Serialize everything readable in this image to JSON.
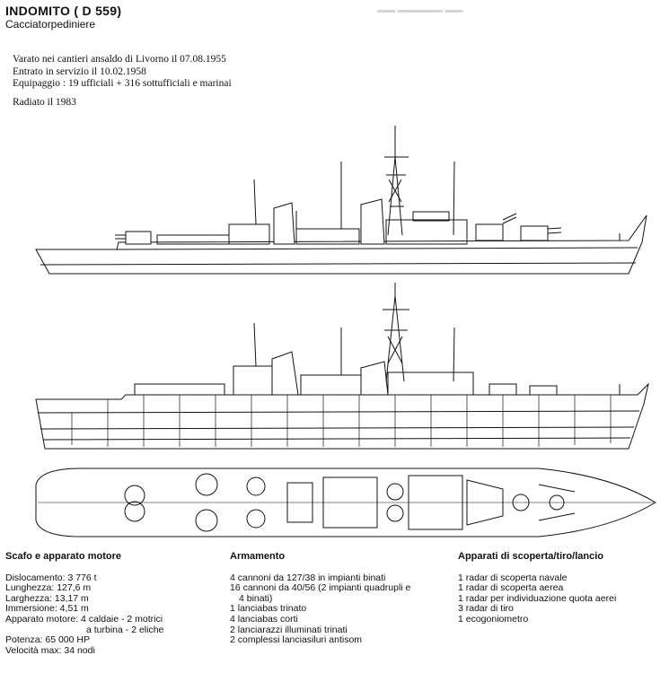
{
  "header": {
    "title": "INDOMITO  ( D 559)",
    "subtitle": "Cacciatorpediniere"
  },
  "facts": [
    "Varato nei cantieri ansaldo di Livorno il 07.08.1955",
    "Entrato in servizio il 10.02.1958",
    "Equipaggio : 19 ufficiali + 316 sottufficiali e marinai"
  ],
  "radiato": "Radiato il 1983",
  "scafo": {
    "heading": "Scafo e apparato motore",
    "lines": [
      "Dislocamento: 3 776 t",
      "Lunghezza: 127,6 m",
      "Larghezza: 13,17 m",
      "Immersione: 4,51 m",
      "Apparato motore: 4 caldaie - 2 motrici",
      "a turbina - 2 eliche",
      "Potenza: 65 000 HP",
      "Velocità max: 34 nodi"
    ]
  },
  "armamento": {
    "heading": "Armamento",
    "lines": [
      "4 cannoni da 127/38 in impianti binati",
      "16 cannoni da 40/56 (2 impianti quadrupli e",
      "4 binati)",
      "1 lanciabas trinato",
      "4 lanciabas corti",
      "2 lanciarazzi illuminati trinati",
      "2 complessi lanciasiluri antisom"
    ]
  },
  "apparati": {
    "heading": "Apparati di scoperta/tiro/lancio",
    "lines": [
      "1 radar di scoperta navale",
      "1 radar di scoperta aerea",
      "1 radar per individuazione quota aerei",
      "3 radar di tiro",
      "1 ecogoniometro"
    ]
  }
}
